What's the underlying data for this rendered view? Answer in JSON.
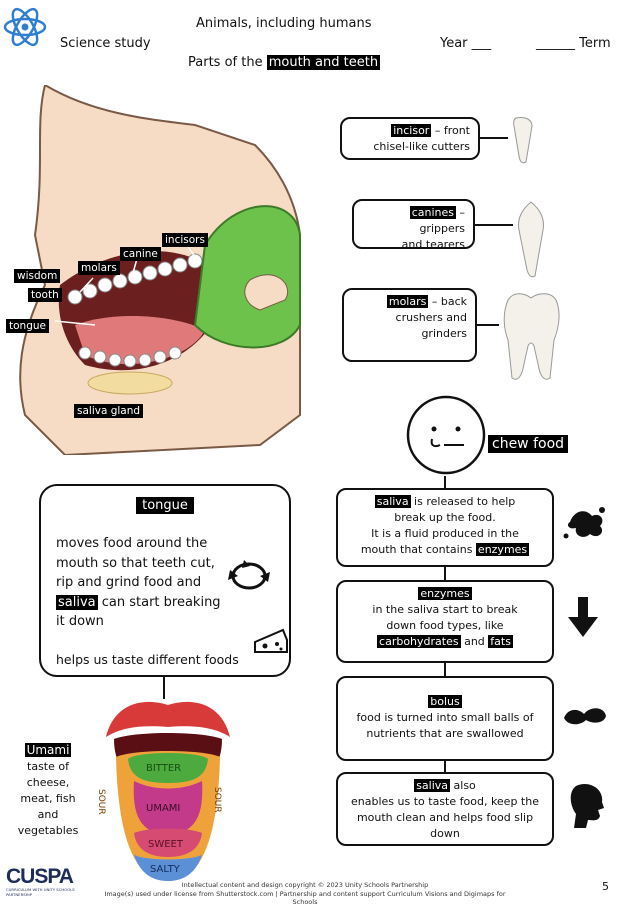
{
  "header": {
    "subject": "Science study",
    "topic": "Animals, including humans",
    "title_prefix": "Parts of the",
    "title_highlight": "mouth and teeth",
    "year_label": "Year ___",
    "term_label": "______ Term"
  },
  "mouth_labels": {
    "incisors": "incisors",
    "canine": "canine",
    "molars": "molars",
    "wisdom_tooth_1": "wisdom",
    "wisdom_tooth_2": "tooth",
    "tongue": "tongue",
    "saliva_gland": "saliva gland"
  },
  "teeth": [
    {
      "name": "incisor",
      "desc1": "– front",
      "desc2": "chisel-like cutters"
    },
    {
      "name": "canines",
      "desc1": "– grippers",
      "desc2": "and tearers"
    },
    {
      "name": "molars",
      "desc1": "– back",
      "desc2": "crushers and",
      "desc3": "grinders"
    }
  ],
  "face": {
    "label": "chew food"
  },
  "tongue_box": {
    "title": "tongue",
    "line1": "moves food around the",
    "line2": "mouth so that teeth cut,",
    "line3": "rip and grind food and",
    "line4_hl": "saliva",
    "line4_rest": " can start breaking",
    "line5": "it down",
    "line6": "helps us taste different  foods"
  },
  "tongue_tastes": {
    "bitter": "BITTER",
    "sour_left": "SOUR",
    "sour_right": "SOUR",
    "umami": "UMAMI",
    "sweet": "SWEET",
    "salty": "SALTY"
  },
  "umami_note": {
    "title": "Umami",
    "l1": "taste of",
    "l2": "cheese,",
    "l3": "meat, fish",
    "l4": "and",
    "l5": "vegetables"
  },
  "flow": [
    {
      "hl": "saliva",
      "t1": " is released to help",
      "t2": "break up the food.",
      "t3": "It is a fluid produced in the",
      "t4": "mouth that contains ",
      "t4_hl": "enzymes"
    },
    {
      "hl": "enzymes",
      "t1": "in the saliva start to break",
      "t2": "down food types, like",
      "hl2": "carbohydrates",
      "and": " and ",
      "hl3": "fats"
    },
    {
      "hl": "bolus",
      "t1": "food is turned into small balls of",
      "t2": "nutrients that are swallowed"
    },
    {
      "hl": "saliva",
      "t0": " also",
      "t1": "enables us to taste food, keep the",
      "t2": "mouth clean and helps food slip",
      "t3": "down"
    }
  ],
  "footer": {
    "logo": "CUSPA",
    "logo_sub": "CURRICULUM WITH UNITY SCHOOLS PARTNERSHIP",
    "copy1": "Intellectual content and design copyright © 2023 Unity Schools Partnership",
    "copy2": "Image(s) used under license from Shutterstock.com | Partnership and content support Curriculum Visions and Digimaps for Schools",
    "page": "5"
  },
  "colors": {
    "lip": "#d83a3a",
    "bitter": "#4caa3f",
    "umami": "#c43a8a",
    "sweet": "#d64b72",
    "salty": "#5b8fd6",
    "sour": "#f0a23a",
    "apple": "#6cc24a"
  }
}
